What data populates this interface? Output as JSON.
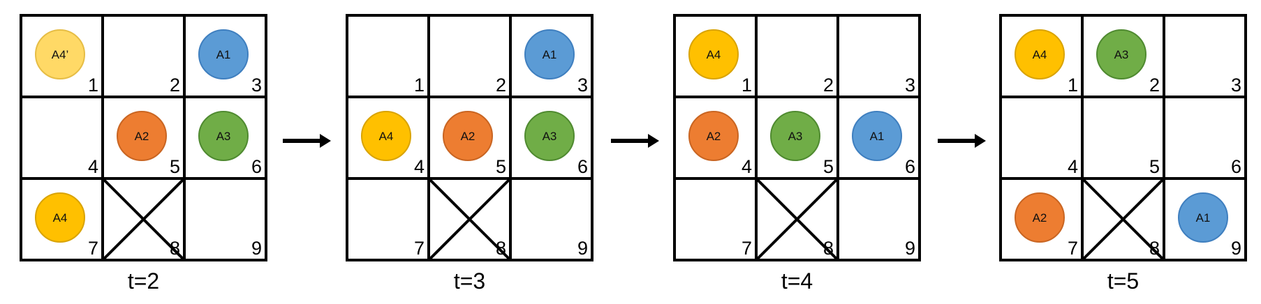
{
  "colors": {
    "blue": "#5b9bd5",
    "blue_stroke": "#3f7fbf",
    "orange": "#ed7d31",
    "orange_stroke": "#c96522",
    "green": "#70ad47",
    "green_stroke": "#4f8a30",
    "yellow": "#ffc000",
    "yellow_stroke": "#d9a300",
    "light_yellow": "#ffd966",
    "light_yellow_stroke": "#e6bd45",
    "grid": "#000000"
  },
  "cell_numbers": [
    "1",
    "2",
    "3",
    "4",
    "5",
    "6",
    "7",
    "8",
    "9"
  ],
  "blocked_cell": "8",
  "panels": [
    {
      "time_label": "t=2",
      "agents": [
        {
          "label": "A4’",
          "cell": "1",
          "color": "light_yellow"
        },
        {
          "label": "A1",
          "cell": "3",
          "color": "blue"
        },
        {
          "label": "A2",
          "cell": "5",
          "color": "orange"
        },
        {
          "label": "A3",
          "cell": "6",
          "color": "green"
        },
        {
          "label": "A4",
          "cell": "7",
          "color": "yellow"
        }
      ]
    },
    {
      "time_label": "t=3",
      "agents": [
        {
          "label": "A1",
          "cell": "3",
          "color": "blue"
        },
        {
          "label": "A4",
          "cell": "4",
          "color": "yellow"
        },
        {
          "label": "A2",
          "cell": "5",
          "color": "orange"
        },
        {
          "label": "A3",
          "cell": "6",
          "color": "green"
        }
      ]
    },
    {
      "time_label": "t=4",
      "agents": [
        {
          "label": "A4",
          "cell": "1",
          "color": "yellow"
        },
        {
          "label": "A2",
          "cell": "4",
          "color": "orange"
        },
        {
          "label": "A3",
          "cell": "5",
          "color": "green"
        },
        {
          "label": "A1",
          "cell": "6",
          "color": "blue"
        }
      ]
    },
    {
      "time_label": "t=5",
      "agents": [
        {
          "label": "A4",
          "cell": "1",
          "color": "yellow"
        },
        {
          "label": "A3",
          "cell": "2",
          "color": "green"
        },
        {
          "label": "A2",
          "cell": "7",
          "color": "orange"
        },
        {
          "label": "A1",
          "cell": "9",
          "color": "blue"
        }
      ]
    }
  ]
}
